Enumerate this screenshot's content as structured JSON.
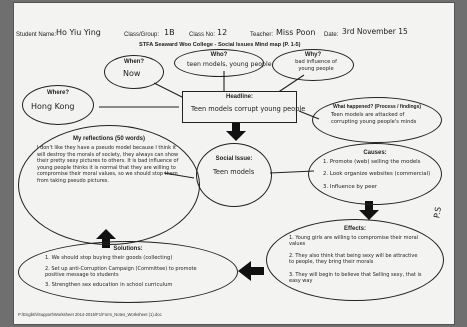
{
  "header": {
    "student_name_label": "Student Name:",
    "student_name": "Ho Yiu Ying",
    "class_label": "Class/Group:",
    "class_value": "1B",
    "class_no_label": "Class No:",
    "class_no": "12",
    "teacher_label": "Teacher:",
    "teacher": "Miss Poon",
    "date_label": "Date:",
    "date": "3rd November 15",
    "title": "STFA Seaward Woo College - Social Issues Mind map (P. 1-5)"
  },
  "nodes": {
    "when": {
      "label": "When?",
      "answer": "Now"
    },
    "who": {
      "label": "Who?",
      "answer": "teen models, young people"
    },
    "why": {
      "label": "Why?",
      "answer": "bad influence of young people"
    },
    "where": {
      "label": "Where?",
      "answer": "Hong Kong"
    },
    "headline": {
      "label": "Headline:",
      "answer": "Teen models corrupt young people"
    },
    "what_happened": {
      "label": "What happened? (Process / findings)",
      "answer": "Teen models are attacked of corrupting young people's minds"
    },
    "reflections": {
      "label": "My reflections (50 words)",
      "answer": "I don't like they have a pseudo model because I think it will destroy the morals of society, they always can show their pretty sexy pictures to others. It is bad influence of young people thinks it is normal that they are willing to compromise their moral values, so we should stop them from taking pseudo pictures."
    },
    "social_issue": {
      "label": "Social Issue:",
      "answer": "Teen models"
    },
    "causes": {
      "label": "Causes:",
      "items": [
        "1. Promote (web) selling the models",
        "2. Look organize websites (commercial)",
        "3. Influence by peer"
      ]
    },
    "solutions": {
      "label": "Solutions:",
      "items": [
        "1. We should stop buying their goods (collecting)",
        "2. Set up anti-Corruption Campaign (Committee) to promote positive message to students",
        "3. Strengthen sex education in school curriculum"
      ]
    },
    "effects": {
      "label": "Effects:",
      "items": [
        "1. Young girls are willing to compromise their moral values",
        "2. They also think that being sexy will be attractive to people, they bring their morals",
        "3. They will begin to believe that Selling sexy, that is easy way"
      ]
    }
  },
  "margin_note": "P.S",
  "footer": "P:\\English\\Support\\Worksheet 2014-2015\\F1\\Form_Notes_Worksheet (1).doc"
}
